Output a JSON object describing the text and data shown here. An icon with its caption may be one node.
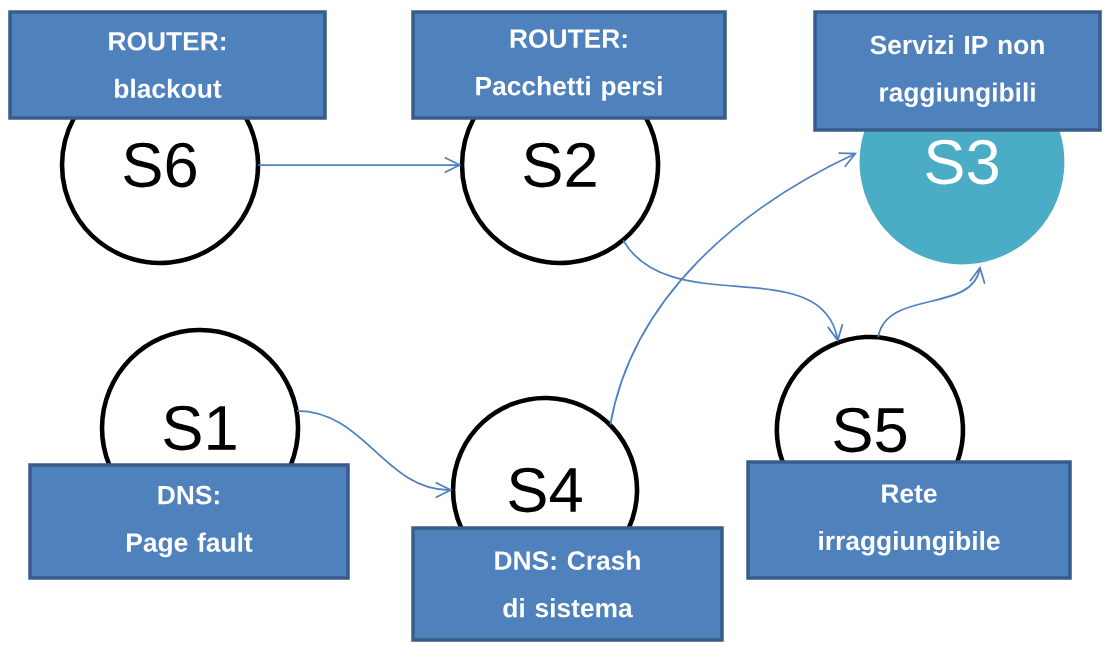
{
  "diagram": {
    "nodes": [
      {
        "text": [
          "S6"
        ]
      },
      {
        "text": [
          "S2"
        ]
      },
      {
        "text": [
          "S3"
        ]
      },
      {
        "text": [
          "S1"
        ]
      },
      {
        "text": [
          "S4"
        ]
      },
      {
        "text": [
          "S5"
        ]
      },
      {
        "text": [
          "ROUTER: blackout"
        ]
      },
      {
        "text": [
          "ROUTER: Pacchetti persi"
        ]
      },
      {
        "text": [
          "Servizi IP non raggiungibili"
        ]
      },
      {
        "text": [
          "DNS: Page fault"
        ]
      },
      {
        "text": [
          "DNS: Crash di sistema"
        ]
      },
      {
        "text": [
          "Rete irraggiungibile"
        ]
      }
    ],
    "edges": [
      {
        "from": 0,
        "to": 1,
        "arrow": "to"
      },
      {
        "from": 1,
        "to": 5,
        "arrow": "to"
      },
      {
        "from": 5,
        "to": 2,
        "arrow": "to"
      },
      {
        "from": 4,
        "to": 2,
        "arrow": "to"
      },
      {
        "from": 3,
        "to": 4,
        "arrow": "to"
      }
    ]
  }
}
